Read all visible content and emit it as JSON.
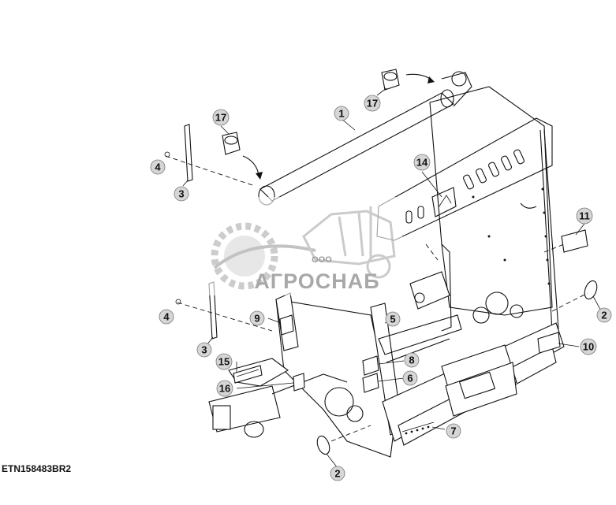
{
  "figure_id": "ETN158483BR2",
  "watermark": {
    "text": "АГРОСНАБ",
    "prefix": "ООО"
  },
  "callouts": [
    {
      "id": "c1",
      "number": "1"
    },
    {
      "id": "c2a",
      "number": "2"
    },
    {
      "id": "c2b",
      "number": "2"
    },
    {
      "id": "c3a",
      "number": "3"
    },
    {
      "id": "c3b",
      "number": "3"
    },
    {
      "id": "c4a",
      "number": "4"
    },
    {
      "id": "c4b",
      "number": "4"
    },
    {
      "id": "c5",
      "number": "5"
    },
    {
      "id": "c6",
      "number": "6"
    },
    {
      "id": "c7",
      "number": "7"
    },
    {
      "id": "c8",
      "number": "8"
    },
    {
      "id": "c9",
      "number": "9"
    },
    {
      "id": "c10",
      "number": "10"
    },
    {
      "id": "c11",
      "number": "11"
    },
    {
      "id": "c14",
      "number": "14"
    },
    {
      "id": "c15",
      "number": "15"
    },
    {
      "id": "c16",
      "number": "16"
    },
    {
      "id": "c17a",
      "number": "17"
    },
    {
      "id": "c17b",
      "number": "17"
    }
  ]
}
